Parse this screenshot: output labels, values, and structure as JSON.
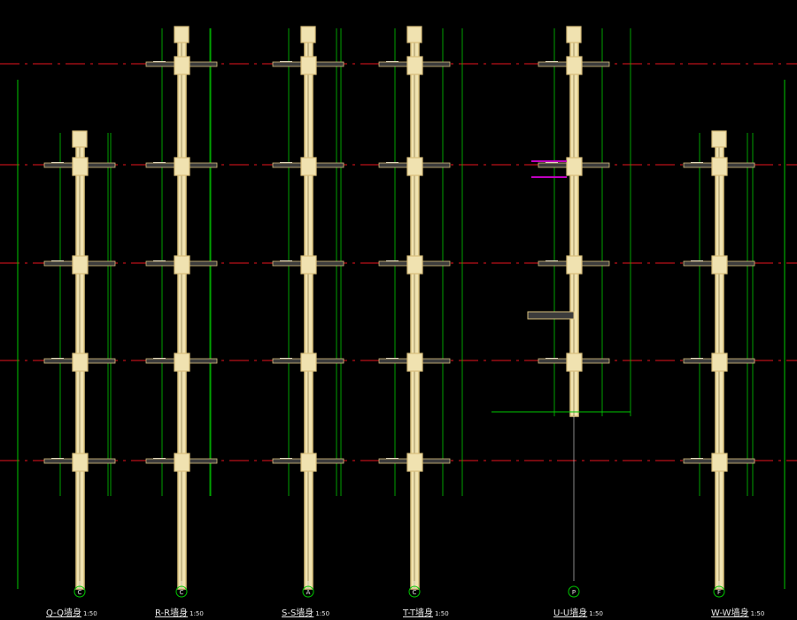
{
  "colors": {
    "background": "#000000",
    "floor_line": "#e8141e",
    "dimension": "#00c800",
    "wall": "#d8bf7c",
    "wall_fill": "#f0e2b0",
    "text": "#e6e6e6",
    "hatch": "#3c3c3c",
    "accent": "#c000c0"
  },
  "sections": [
    {
      "id": "Q",
      "label": "Q-Q墙身",
      "scale": "1:50",
      "axis_tag": "C"
    },
    {
      "id": "R",
      "label": "R-R墙身",
      "scale": "1:50",
      "axis_tag": "C"
    },
    {
      "id": "S",
      "label": "S-S墙身",
      "scale": "1:50",
      "axis_tag": "A"
    },
    {
      "id": "T",
      "label": "T-T墙身",
      "scale": "1:50",
      "axis_tag": "C"
    },
    {
      "id": "U",
      "label": "U-U墙身",
      "scale": "1:50",
      "axis_tag": "P"
    },
    {
      "id": "W",
      "label": "W-W墙身",
      "scale": "1:50",
      "axis_tag": "F"
    }
  ]
}
